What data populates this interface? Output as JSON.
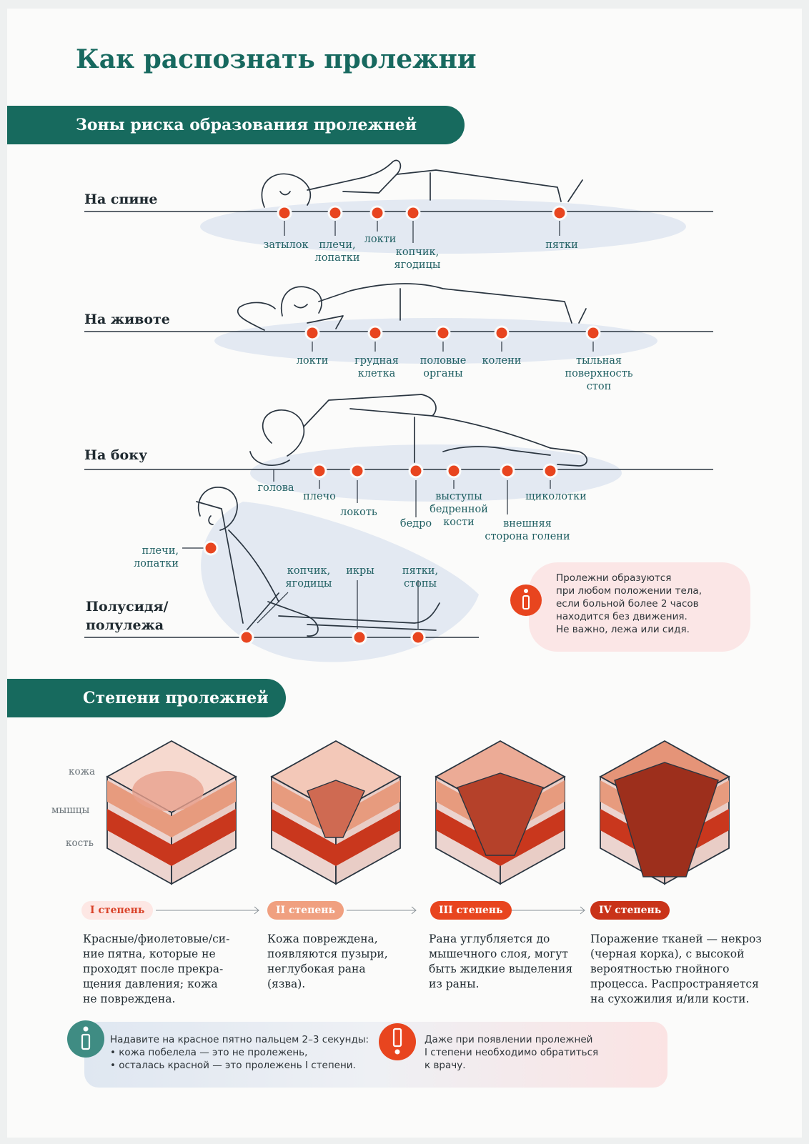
{
  "page_title": "Как распознать пролежни",
  "section_zones": "Зоны риска образования пролежней",
  "section_degrees": "Степени пролежней",
  "positions": {
    "back": {
      "label": "На спине",
      "zones": [
        "затылок",
        "плечи,\nлопатки",
        "локти",
        "копчик,\nягодицы",
        "пятки"
      ]
    },
    "belly": {
      "label": "На животе",
      "zones": [
        "локти",
        "грудная\nклетка",
        "половые\nорганы",
        "колени",
        "тыльная\nповерхность\nстоп"
      ]
    },
    "side": {
      "label": "На боку",
      "zones": [
        "голова",
        "плечо",
        "локоть",
        "бедро",
        "выступы\nбедренной\nкости",
        "внешняя\nсторона голени",
        "щиколотки"
      ]
    },
    "semi": {
      "label": "Полусидя/\nполулежа",
      "zones": [
        "плечи,\nлопатки",
        "копчик,\nягодицы",
        "икры",
        "пятки,\nстопы"
      ]
    }
  },
  "info_note": "Пролежни образуются\nпри любом положении тела,\nесли больной более 2 часов\nнаходится без движения.\nНе важно, лежа или сидя.",
  "layers": [
    "кожа",
    "мышцы",
    "кость"
  ],
  "degrees": [
    {
      "label": "I степень",
      "desc": "Красные/фиолетовые/си-\nние пятна, которые не\nпроходят после прекра-\nщения давления; кожа\nне повреждена."
    },
    {
      "label": "II степень",
      "desc": "Кожа повреждена,\nпоявляются пузыри,\nнеглубокая рана\n(язва)."
    },
    {
      "label": "III степень",
      "desc": "Рана углубляется до\nмышечного слоя, могут\nбыть жидкие выделения\nиз раны."
    },
    {
      "label": "IV степень",
      "desc": "Поражение тканей — некроз\n(черная корка), с высокой\nвероятностью гнойного\nпроцесса. Распространяется\nна сухожилия и/или кости."
    }
  ],
  "bottom_tip": "Надавите на красное пятно пальцем 2–3 секунды:\n• кожа побелела — это не пролежень,\n• осталась красной — это пролежень I степени.",
  "bottom_warning": "Даже при появлении пролежней\nI степени необходимо обратиться\nк врачу.",
  "colors": {
    "teal": "#176a5e",
    "dot": "#e8451f",
    "line": "#2a3540",
    "zone_text": "#1f5f62",
    "shadow": "#dfe6f0",
    "pink_panel": "#fbe3e3",
    "blue_panel": "#e3eaf3"
  },
  "icons": [
    "info-icon",
    "warning-icon",
    "arrow-right-icon"
  ]
}
